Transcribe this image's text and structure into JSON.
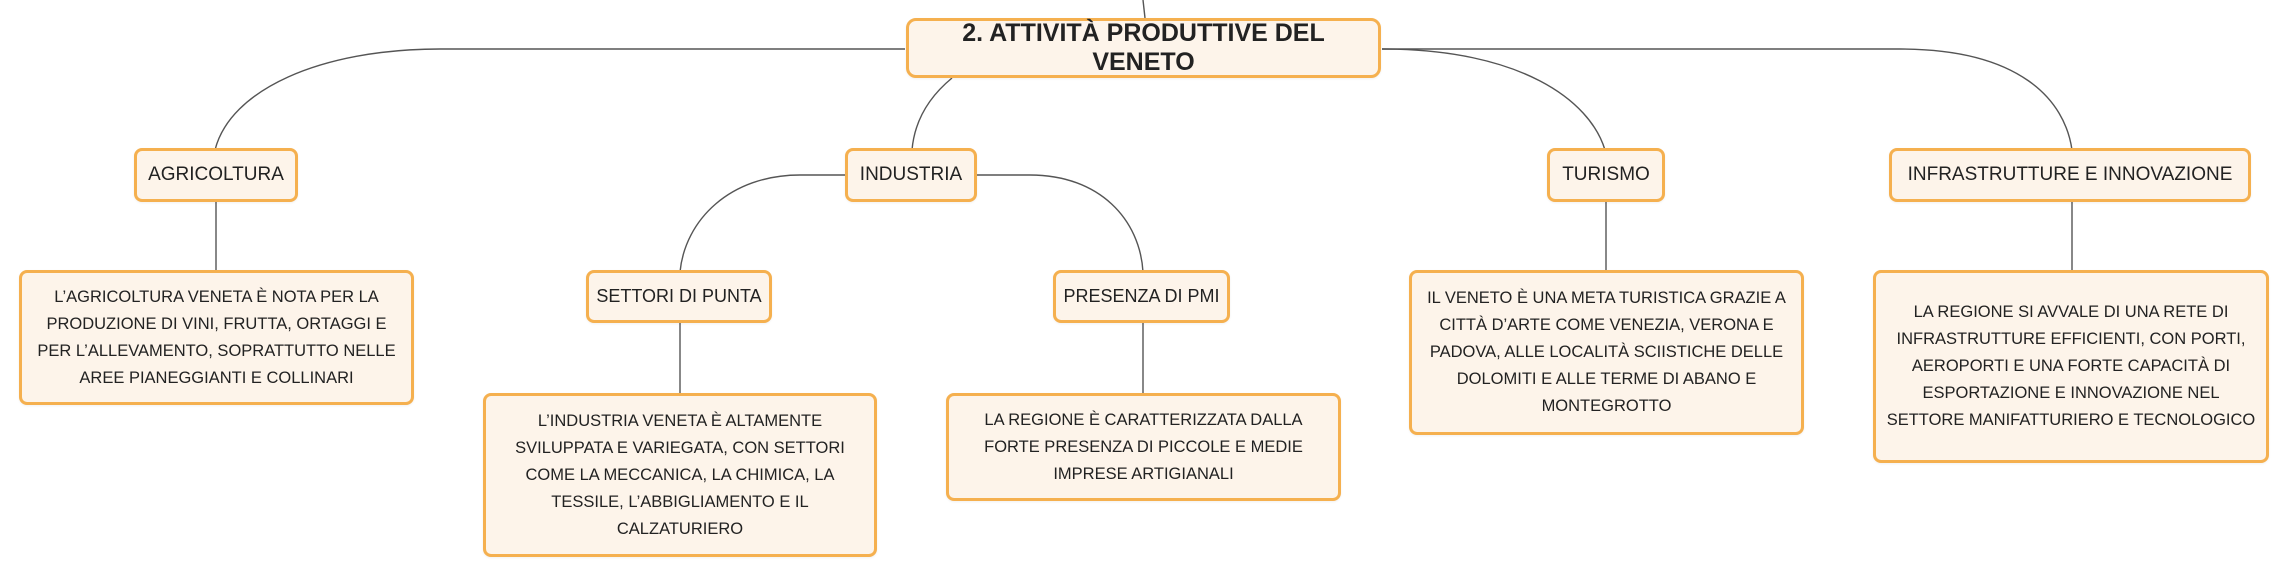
{
  "root": {
    "label": "2. ATTIVITÀ PRODUTTIVE DEL VENETO"
  },
  "branches": {
    "agricoltura": {
      "label": "AGRICOLTURA",
      "description": "L’AGRICOLTURA VENETA È NOTA PER LA PRODUZIONE DI VINI, FRUTTA, ORTAGGI E PER L’ALLEVAMENTO, SOPRATTUTTO NELLE AREE PIANEGGIANTI E COLLINARI"
    },
    "industria": {
      "label": "INDUSTRIA",
      "settori": {
        "label": "SETTORI DI PUNTA",
        "description": "L’INDUSTRIA VENETA È ALTAMENTE SVILUPPATA E VARIEGATA, CON SETTORI COME LA MECCANICA, LA CHIMICA, LA TESSILE, L’ABBIGLIAMENTO E IL CALZATURIERO"
      },
      "pmi": {
        "label": "PRESENZA DI PMI",
        "description": "LA REGIONE È CARATTERIZZATA DALLA FORTE PRESENZA DI PICCOLE E MEDIE IMPRESE ARTIGIANALI"
      }
    },
    "turismo": {
      "label": "TURISMO",
      "description": "IL VENETO È UNA META TURISTICA GRAZIE A CITTÀ D’ARTE COME VENEZIA, VERONA E PADOVA, ALLE LOCALITÀ SCIISTICHE DELLE DOLOMITI E ALLE TERME DI ABANO E MONTEGROTTO"
    },
    "infrastrutture": {
      "label": "INFRASTRUTTURE E INNOVAZIONE",
      "description": "LA REGIONE SI AVVALE DI UNA RETE DI INFRASTRUTTURE EFFICIENTI, CON PORTI, AEROPORTI E UNA FORTE CAPACITÀ DI ESPORTAZIONE E INNOVAZIONE NEL SETTORE MANIFATTURIERO E TECNOLOGICO"
    }
  },
  "colors": {
    "border": "#f5b04f",
    "fill": "#fdf4ea",
    "line": "#555555"
  }
}
